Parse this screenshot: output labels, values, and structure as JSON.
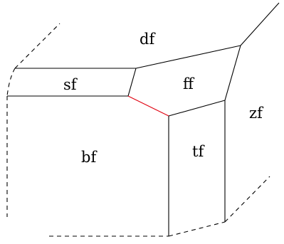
{
  "labels": {
    "df": "df",
    "sf": "sf",
    "ff": "ff",
    "zf": "zf",
    "bf": "bf",
    "tf": "tf"
  },
  "colors": {
    "line": "#000000",
    "highlight": "#e0000f"
  }
}
